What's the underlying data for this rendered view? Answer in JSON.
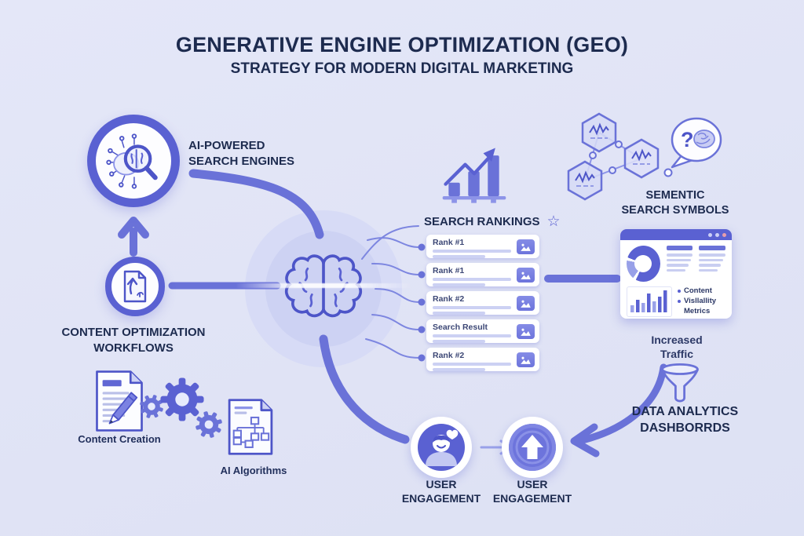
{
  "header": {
    "title": "GENERATIVE ENGINE OPTIMIZATION (GEO)",
    "subtitle": "STRATEGY FOR MODERN DIGITAL MARKETING"
  },
  "nodes": {
    "ai_search": {
      "line1": "AI-POWERED",
      "line2": "SEARCH ENGINES"
    },
    "content_workflows": {
      "line1": "CONTENT OPTIMIZATION",
      "line2": "WORKFLOWS"
    },
    "search_rankings": {
      "label": "SEARCH RANKINGS",
      "star_glyph": "☆"
    },
    "semantic_symbols": {
      "line1": "SEMENTIC",
      "line2": "SEARCH SYMBOLS",
      "question_glyph": "?"
    },
    "dashboard": {
      "bullet1": "Content",
      "bullet2": "Visllallity Metrics"
    },
    "increased_traffic": {
      "line1": "Increased",
      "line2": "Traffic"
    },
    "data_analytics": {
      "line1": "DATA ANALYTICS",
      "line2": "DASHBORRDS"
    },
    "user_engagement_left": {
      "line1": "USER",
      "line2": "ENGAGEMENT"
    },
    "user_engagement_right": {
      "line1": "USER",
      "line2": "ENGAGEMENT"
    },
    "content_creation": {
      "label": "Content Creation"
    },
    "ai_algorithms": {
      "label": "AI Algorithms"
    }
  },
  "rank_cards": [
    {
      "title": "Rank #1"
    },
    {
      "title": "Rank #1"
    },
    {
      "title": "Rank #2"
    },
    {
      "title": "Search Result"
    },
    {
      "title": "Rank #2"
    }
  ],
  "colors": {
    "background": "#e1e4f6",
    "primary": "#5a61d2",
    "primary_light": "#8d94e8",
    "connector": "#6a72d8",
    "heading": "#1d2b4f",
    "card_bg": "#ffffff",
    "accent_pink": "#e79dab"
  }
}
